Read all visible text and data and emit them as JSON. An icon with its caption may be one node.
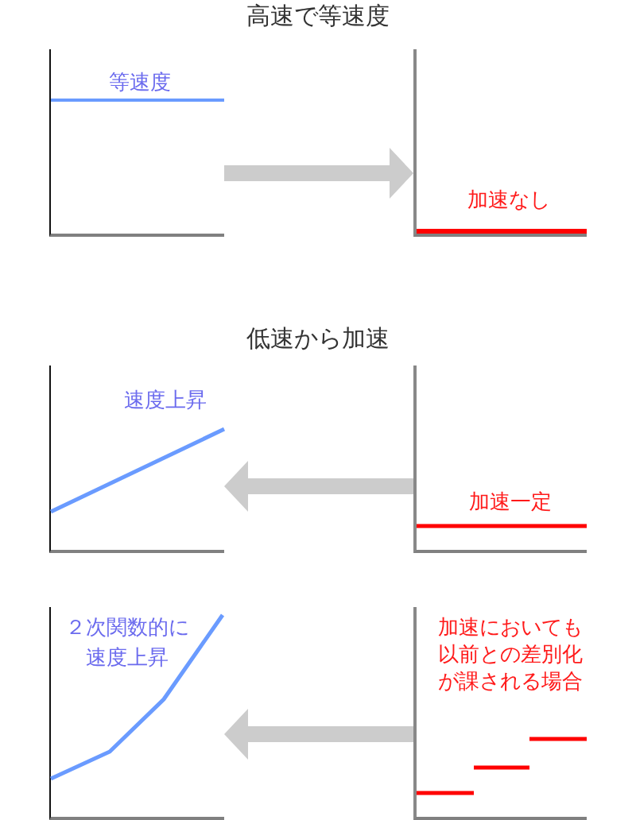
{
  "diagram": {
    "nodes": [
      {
        "text": [
          "等速度"
        ]
      },
      {
        "text": [
          "加速なし"
        ]
      },
      {
        "text": [
          "速度上昇"
        ]
      },
      {
        "text": [
          "加速一定"
        ]
      },
      {
        "text": [
          "２次関数的に速度上昇"
        ]
      },
      {
        "text": [
          "加速においても以前との差別化が課される場合"
        ]
      }
    ],
    "edges": [
      {
        "from": 0,
        "to": 1,
        "arrow": "to"
      },
      {
        "from": 3,
        "to": 2,
        "arrow": "to"
      },
      {
        "from": 5,
        "to": 4,
        "arrow": "to"
      }
    ],
    "labels": [
      "高速で等速度",
      "低速から加速"
    ]
  }
}
